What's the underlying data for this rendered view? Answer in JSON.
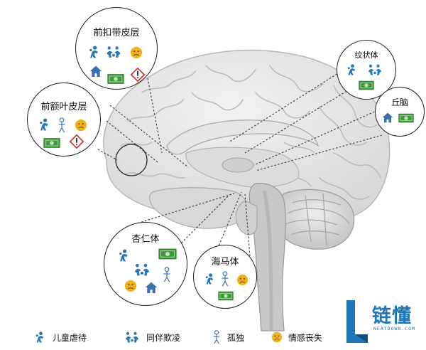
{
  "regions": {
    "acc": {
      "label": "前扣带皮层"
    },
    "pfc": {
      "label": "前额叶皮层"
    },
    "striatum": {
      "label": "纹状体"
    },
    "thalamus": {
      "label": "丘脑"
    },
    "amygdala": {
      "label": "杏仁体"
    },
    "hippocampus": {
      "label": "海马体"
    }
  },
  "legend": [
    {
      "icon": "child-abuse-icon",
      "label": "儿童虐待"
    },
    {
      "icon": "peer-bullying-icon",
      "label": "同伴欺凌"
    },
    {
      "icon": "loneliness-icon",
      "label": "孤独"
    },
    {
      "icon": "emotional-loss-icon",
      "label": "情感丧失"
    }
  ],
  "brand": {
    "name": "链懂",
    "url": "NEATDOWN.COM"
  },
  "colors": {
    "abuse": "#2a78b5",
    "money": "#3f9a3c",
    "house": "#3b6fb0",
    "warning": "#d32f2f",
    "emoji": "#f0b31c",
    "brand": "#1e78b8"
  }
}
